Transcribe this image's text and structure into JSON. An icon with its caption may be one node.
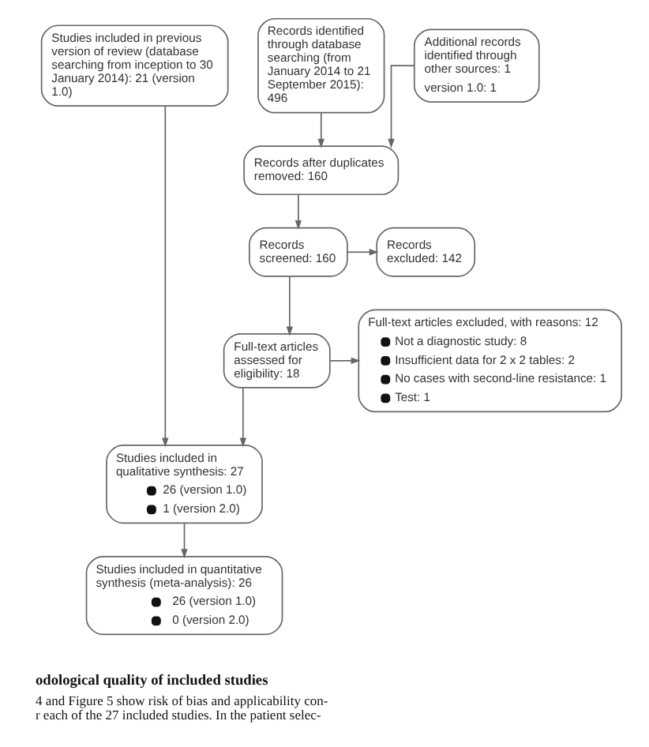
{
  "diagram": {
    "nodes": [
      {
        "text": [
          "Studies included in previous version of review (database searching from inception to 30 January 2014): 21 (version 1.0)"
        ]
      },
      {
        "text": [
          "Records identified through database searching (from January 2014 to 21 September 2015): 496"
        ]
      },
      {
        "text": [
          "Additional records identified through other sources: 1",
          "version 1.0: 1"
        ]
      },
      {
        "text": [
          "Records after duplicates removed: 160"
        ]
      },
      {
        "text": [
          "Records screened: 160"
        ]
      },
      {
        "text": [
          "Records excluded: 142"
        ]
      },
      {
        "text": [
          "Full-text articles assessed for eligibility: 18"
        ]
      },
      {
        "text": [
          "Full-text articles excluded, with reasons: 12",
          "Not a diagnostic study: 8",
          "Insufficient data for 2 x 2 tables: 2",
          "No cases with second-line resistance: 1",
          "Test: 1"
        ]
      },
      {
        "text": [
          "Studies included in qualitative synthesis: 27",
          "26 (version 1.0)",
          "1 (version 2.0)"
        ]
      },
      {
        "text": [
          "Studies included in quantitative synthesis (meta-analysis): 26",
          "26 (version 1.0)",
          "0 (version 2.0)"
        ]
      }
    ],
    "edges": [
      {
        "from": 1,
        "to": 3,
        "arrow": "to"
      },
      {
        "from": 2,
        "to": 3,
        "arrow": "to"
      },
      {
        "from": 3,
        "to": 4,
        "arrow": "to"
      },
      {
        "from": 4,
        "to": 5,
        "arrow": "to"
      },
      {
        "from": 4,
        "to": 6,
        "arrow": "to"
      },
      {
        "from": 6,
        "to": 7,
        "arrow": "to"
      },
      {
        "from": 0,
        "to": 8,
        "arrow": "to"
      },
      {
        "from": 6,
        "to": 8,
        "arrow": "to"
      },
      {
        "from": 8,
        "to": 9,
        "arrow": "to"
      }
    ],
    "labels": [
      "odological quality of included studies",
      "4 and Figure 5 show risk of bias and applicability con- r each of the 27 included studies. In the patient selec-"
    ]
  }
}
